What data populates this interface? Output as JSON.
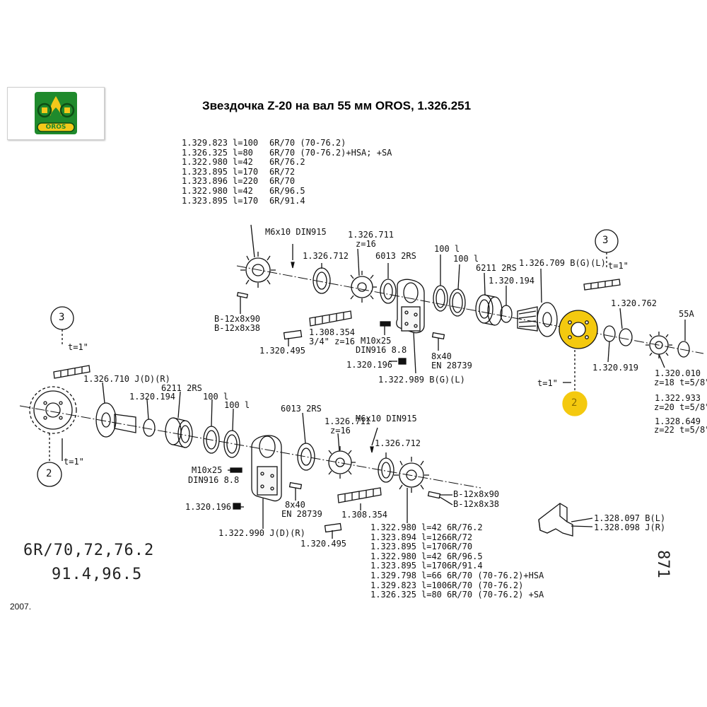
{
  "title": "Звездочка Z-20 на вал 55 мм OROS, 1.326.251",
  "logo": {
    "text": "OROS",
    "bg_color": "#1f8a2c",
    "accent_color": "#f3c81a"
  },
  "highlight_color": "#f4c90f",
  "top_list": [
    [
      "1.329.823",
      "l=100",
      "6R/70 (70-76.2)"
    ],
    [
      "1.326.325",
      "l=80",
      "6R/70 (70-76.2)+HSA; +SA"
    ],
    [
      "1.322.980",
      "l=42",
      "6R/76.2"
    ],
    [
      "1.323.895",
      "l=170",
      "6R/72"
    ],
    [
      "1.323.896",
      "l=220",
      "6R/70"
    ],
    [
      "1.322.980",
      "l=42",
      "6R/96.5"
    ],
    [
      "1.323.895",
      "l=170",
      "6R/91.4"
    ]
  ],
  "bottom_list": [
    [
      "1.322.980",
      "l=42",
      "6R/76.2"
    ],
    [
      "1.323.894",
      "l=126",
      "6R/72"
    ],
    [
      "1.323.895",
      "l=170",
      "6R/70"
    ],
    [
      "1.322.980",
      "l=42",
      "6R/96.5"
    ],
    [
      "1.323.895",
      "l=170",
      "6R/91.4"
    ],
    [
      "1.329.798",
      "l=66",
      "6R/70 (70-76.2)+HSA"
    ],
    [
      "1.329.823",
      "l=100",
      "6R/70 (70-76.2)"
    ],
    [
      "1.326.325",
      "l=80",
      "6R/70 (70-76.2) +SA"
    ]
  ],
  "labels": {
    "m6_top": "M6x10 DIN915",
    "p1326711_top": "1.326.711",
    "z16_top": "z=16",
    "p1326712_top": "1.326.712",
    "b6013_top": "6013 2RS",
    "l100a_top": "100 l",
    "l100b_top": "100 l",
    "b6211_top": "6211 2RS",
    "p1326709": "1.326.709 B(G)(L)",
    "p1320194_top": "1.320.194",
    "circle3_top": "3",
    "t1_chain_top": "t=1\"",
    "p1320762": "1.320.762",
    "s55a": "55A",
    "b12x90_top": "B-12x8x90",
    "b12x38_top": "B-12x8x38",
    "p1308354_top": "1.308.354",
    "p1308354_sub": "3/4\" z=16",
    "m10_top": "M10x25",
    "din916_top": "DIN916 8.8",
    "p1320495_top": "1.320.495",
    "p1320196_top": "1.320.196",
    "k8x40_top": "8x40",
    "en_top": "EN 28739",
    "p1322989": "1.322.989 B(G)(L)",
    "t1_sprocket_top": "t=1\"",
    "circle2_top": "2",
    "p1320919": "1.320.919",
    "p1320010": "1.320.010",
    "z18": "z=18 t=5/8\"",
    "p1322933": "1.322.933",
    "z20": "z=20 t=5/8\"",
    "p1328649": "1.328.649",
    "z22": "z=22 t=5/8\"",
    "circle3_left": "3",
    "t1_chain_left": "t=1\"",
    "p1326710": "1.326.710 J(D)(R)",
    "p1320194_left": "1.320.194",
    "b6211_left": "6211 2RS",
    "l100a_left": "100 l",
    "l100b_left": "100 l",
    "b6013_left": "6013 2RS",
    "p1326711_left": "1.326.711",
    "z16_left": "z=16",
    "m6_left": "M6x10 DIN915",
    "p1326712_left": "1.326.712",
    "t1_sprocket_left": "t=1\"",
    "circle2_left": "2",
    "m10_left": "M10x25",
    "din916_left": "DIN916 8.8",
    "p1320196_left": "1.320.196",
    "k8x40_left": "8x40",
    "en_left": "EN 28739",
    "p1322990": "1.322.990 J(D)(R)",
    "p1308354_left": "1.308.354",
    "p1320495_left": "1.320.495",
    "b12x90_left": "B-12x8x90",
    "b12x38_left": "B-12x8x38",
    "p1328097": "1.328.097 B(L)",
    "p1328098": "1.328.098 J(R)",
    "rows_line1": "6R/70,72,76.2",
    "rows_line2": "91.4,96.5",
    "page_no": "871",
    "year": "2007."
  }
}
